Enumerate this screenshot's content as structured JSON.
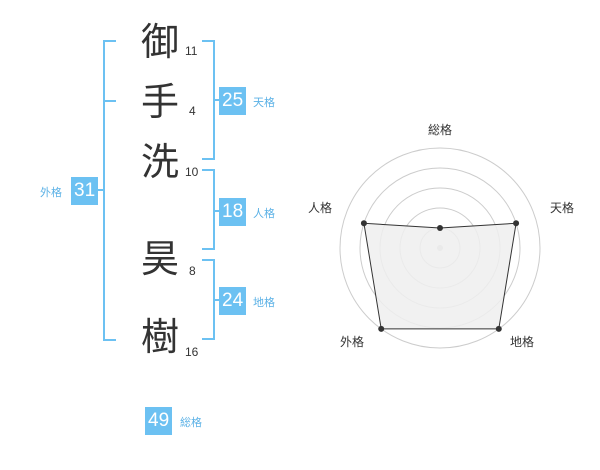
{
  "name": {
    "chars": [
      {
        "char": "御",
        "strokes": "11"
      },
      {
        "char": "手",
        "strokes": "4"
      },
      {
        "char": "洗",
        "strokes": "10"
      },
      {
        "char": "昊",
        "strokes": "8"
      },
      {
        "char": "樹",
        "strokes": "16"
      }
    ]
  },
  "kaku": {
    "tenkaku": {
      "value": "25",
      "label": "天格"
    },
    "jinkaku": {
      "value": "18",
      "label": "人格"
    },
    "chikaku": {
      "value": "24",
      "label": "地格"
    },
    "gaikaku": {
      "value": "31",
      "label": "外格"
    },
    "soukaku": {
      "value": "49",
      "label": "総格"
    }
  },
  "colors": {
    "accent": "#6cc1f2",
    "bracket": "#6cc1f2",
    "label": "#5bb1e6",
    "text": "#333333",
    "radar_fill": "#eeeeee",
    "radar_grid": "#cccccc"
  },
  "chart_data": {
    "type": "radar",
    "axes": [
      "総格",
      "天格",
      "地格",
      "外格",
      "人格"
    ],
    "max": 5,
    "rings": 5,
    "values": [
      1,
      4,
      5,
      5,
      4
    ]
  }
}
